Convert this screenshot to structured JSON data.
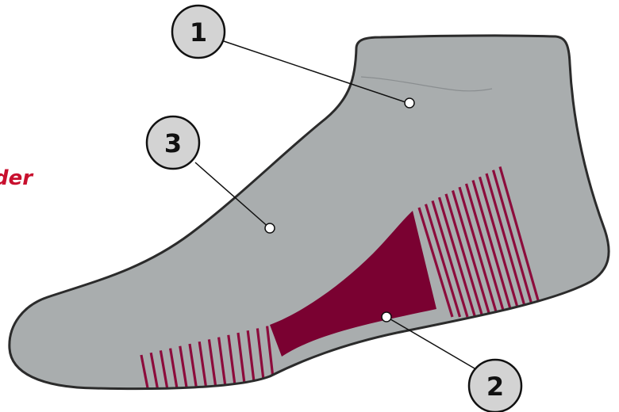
{
  "partial_heading": "der",
  "callouts": [
    {
      "number": "1"
    },
    {
      "number": "2"
    },
    {
      "number": "3"
    }
  ],
  "colors": {
    "sock_body": "#a9adae",
    "sock_outline": "#2b2b2b",
    "accent_band": "#7a0131",
    "stripe": "#8c0c3c",
    "heading_text": "#c8102e",
    "callout_fill": "#d3d3d3"
  }
}
